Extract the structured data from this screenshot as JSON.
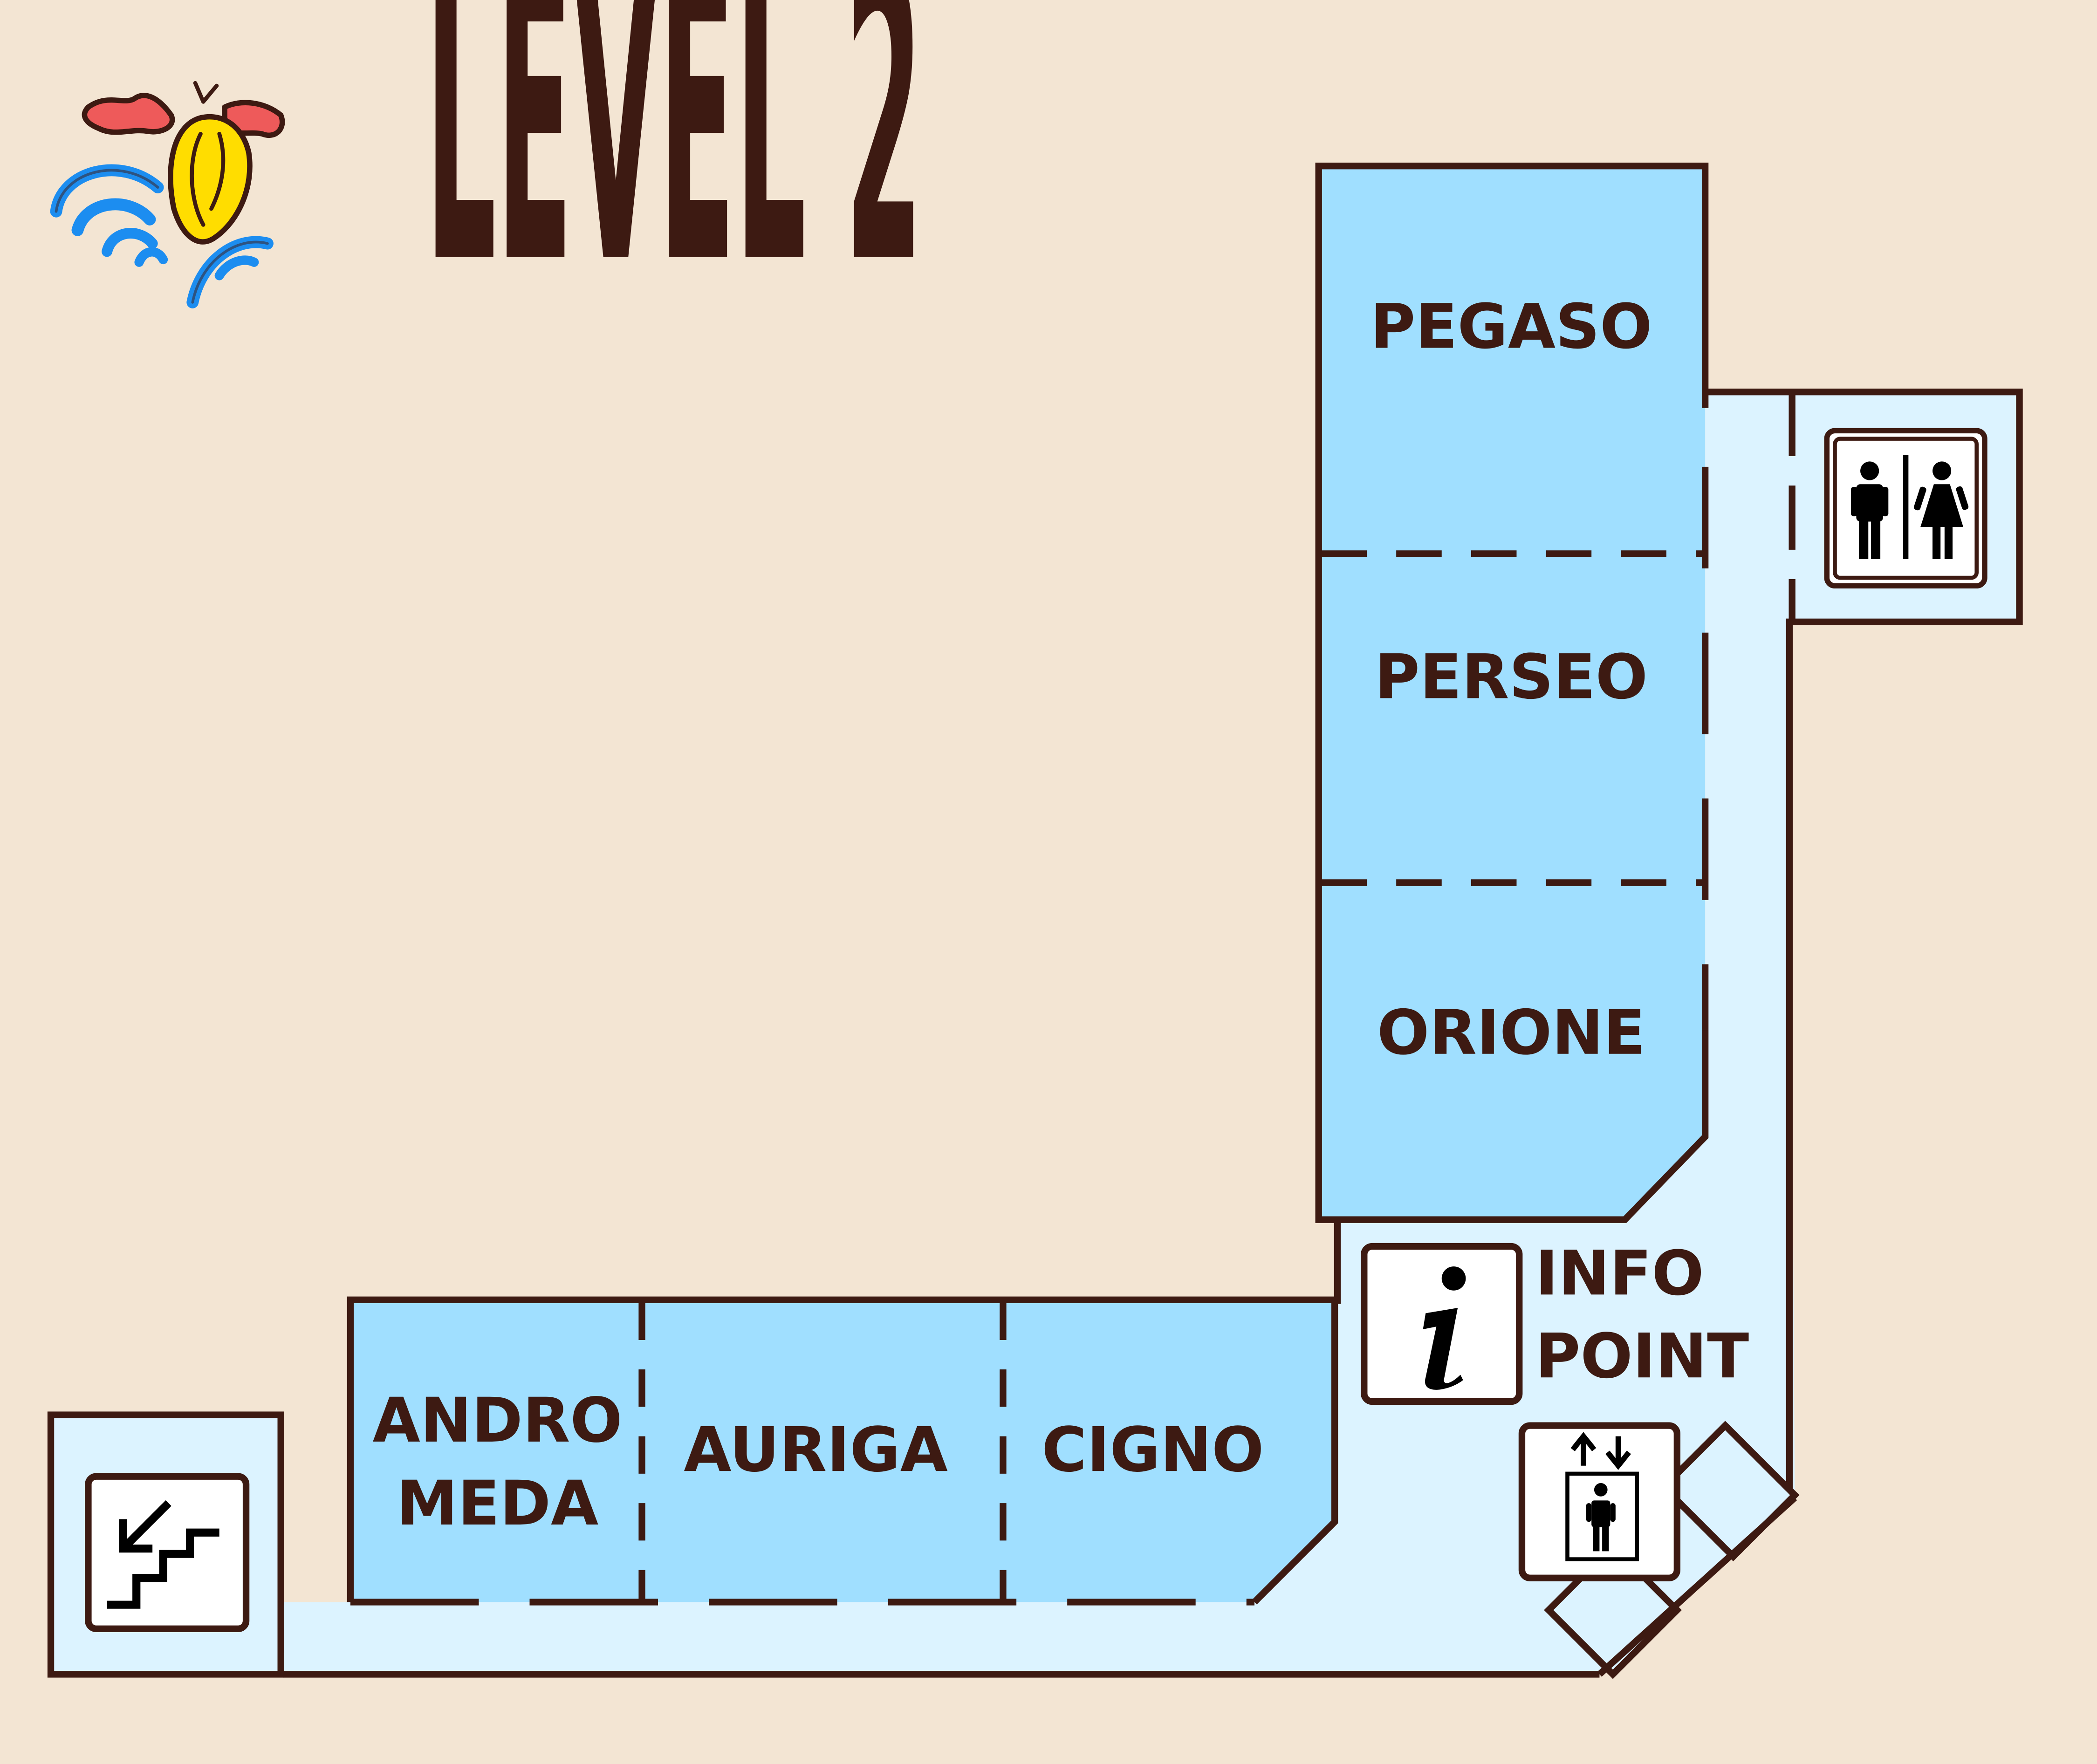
{
  "title": "LEVEL 2",
  "colors": {
    "background": "#F3E5D3",
    "room_fill": "#A0DFFF",
    "corridor_fill": "#DCF3FF",
    "wall_stroke": "#3D1A12",
    "icon_box_fill": "#FFFFFF",
    "icon_ink": "#000000",
    "logo_red": "#EE5A5A",
    "logo_blue": "#1C8DF0",
    "logo_yellow": "#FFDD00"
  },
  "rooms": {
    "pegaso": "PEGASO",
    "perseo": "PERSEO",
    "orione": "ORIONE",
    "andromeda_line1": "ANDRO",
    "andromeda_line2": "MEDA",
    "auriga": "AURIGA",
    "cigno": "CIGNO"
  },
  "info_point": {
    "line1": "INFO",
    "line2": "POINT",
    "icon": "info-icon"
  },
  "amenities": {
    "restroom_icon": "restroom-icon",
    "elevator_icon": "elevator-icon",
    "stairs_icon": "stairs-down-icon",
    "logo": "rooster-logo"
  }
}
